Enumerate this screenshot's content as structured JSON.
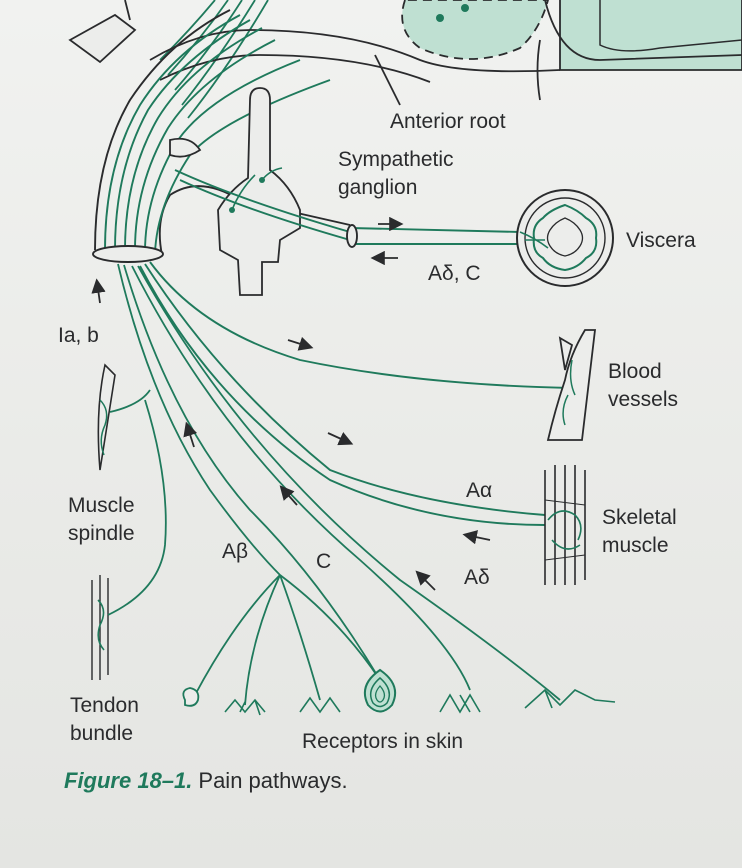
{
  "labels": {
    "anterior_root": "Anterior root",
    "sympathetic_ganglion_1": "Sympathetic",
    "sympathetic_ganglion_2": "ganglion",
    "viscera": "Viscera",
    "a_delta_c": "Aδ, C",
    "ia_b": "Ia, b",
    "blood_vessels_1": "Blood",
    "blood_vessels_2": "vessels",
    "a_alpha": "Aα",
    "skeletal_muscle_1": "Skeletal",
    "skeletal_muscle_2": "muscle",
    "a_delta": "Aδ",
    "a_beta": "Aβ",
    "c": "C",
    "muscle_spindle_1": "Muscle",
    "muscle_spindle_2": "spindle",
    "tendon_bundle_1": "Tendon",
    "tendon_bundle_2": "bundle",
    "receptors_in_skin": "Receptors in skin"
  },
  "caption": {
    "number": "Figure 18–1.",
    "text": "Pain pathways."
  },
  "colors": {
    "nerve": "#1f7a5c",
    "ink": "#2a2b2d",
    "spinal_fill": "#bfe0d2"
  }
}
